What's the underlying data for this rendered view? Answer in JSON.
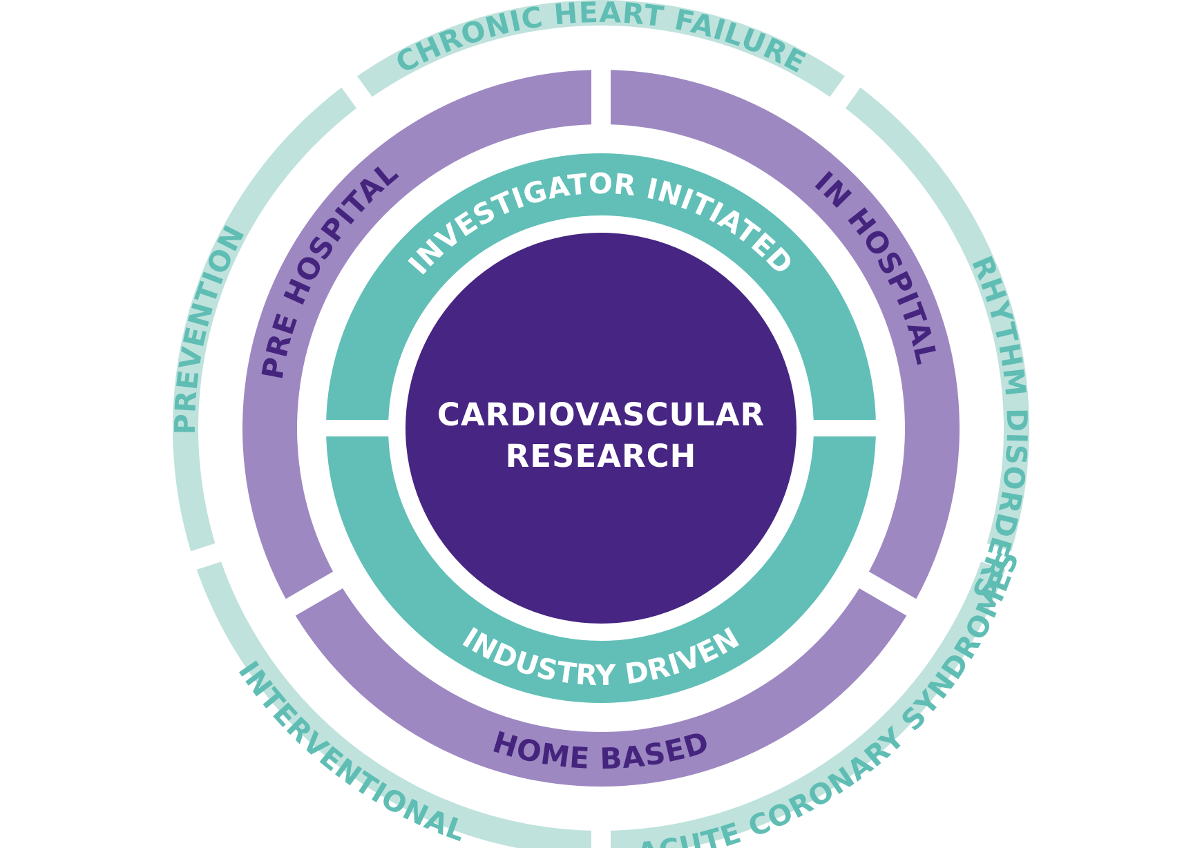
{
  "center": {
    "line1": "CARDIOVASCULAR",
    "line2": "RESEARCH"
  },
  "inner_ring": [
    {
      "label": "INVESTIGATOR INITIATED"
    },
    {
      "label": "INDUSTRY DRIVEN"
    }
  ],
  "middle_ring": [
    {
      "label": "PRE HOSPITAL"
    },
    {
      "label": "IN HOSPITAL"
    },
    {
      "label": "HOME BASED"
    }
  ],
  "outer_ring": [
    {
      "label": "CHRONIC HEART FAILURE"
    },
    {
      "label": "RHYTHM DISORDERS"
    },
    {
      "label": "ACUTE CORONARY SYNDROMES"
    },
    {
      "label": "INTERVENTIONAL"
    },
    {
      "label": "PREVENTION"
    }
  ],
  "colors": {
    "center_fill": "#472583",
    "center_text": "#ffffff",
    "inner_fill": "#61bfb7",
    "inner_text": "#ffffff",
    "middle_fill": "#9d88c2",
    "middle_text": "#45247e",
    "outer_fill": "#bfe2dc",
    "outer_text": "#5fbdb4",
    "background": "#ffffff"
  }
}
